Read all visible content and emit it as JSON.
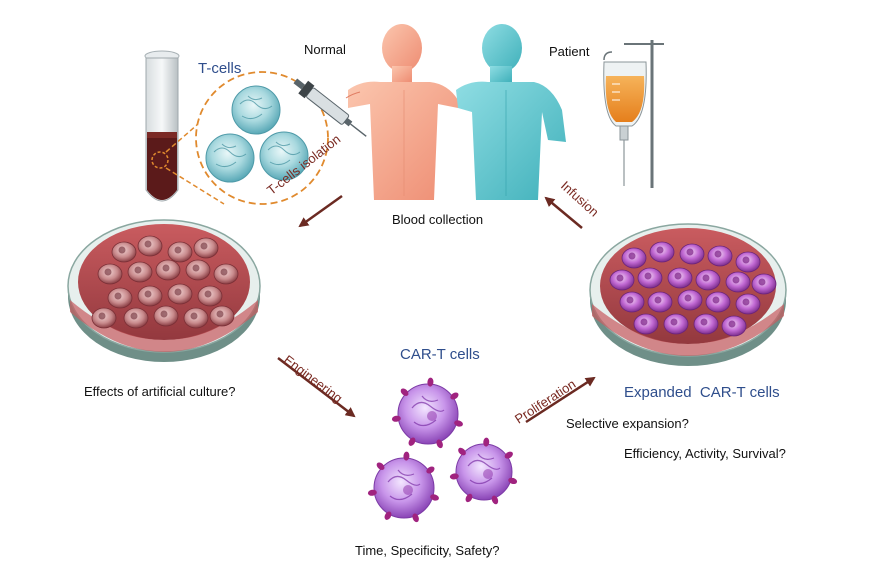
{
  "labels": {
    "t_cells": "T-cells",
    "normal": "Normal",
    "patient": "Patient",
    "t_cells_isolation": "T-cells isolation",
    "blood_collection": "Blood collection",
    "infusion": "Infusion",
    "effects_artificial_culture": "Effects of artificial culture?",
    "engineering": "Engineering",
    "car_t_cells": "CAR-T cells",
    "proliferation": "Proliferation",
    "expanded_car_t_cells": "Expanded  CAR-T cells",
    "selective_expansion": "Selective expansion?",
    "efficiency_activity_survival": "Efficiency, Activity, Survival?",
    "time_specificity_safety": "Time, Specificity, Safety?"
  },
  "colors": {
    "arrow": "#6b2a22",
    "label_blue": "#2f4e8c",
    "dish_medium": "#b8464a",
    "t_cell": "#6fb7c4",
    "car_t_cell": "#9b4fc0",
    "car_receptor": "#a0237f",
    "normal_body": "#f7a98c",
    "patient_body": "#63c4cc",
    "blood_tube": "#5b1a1a",
    "iv_bag_fluid": "#f0952b"
  },
  "icons": [
    "test-tube-icon",
    "syringe-icon",
    "iv-bag-icon",
    "petri-dish-icon"
  ]
}
